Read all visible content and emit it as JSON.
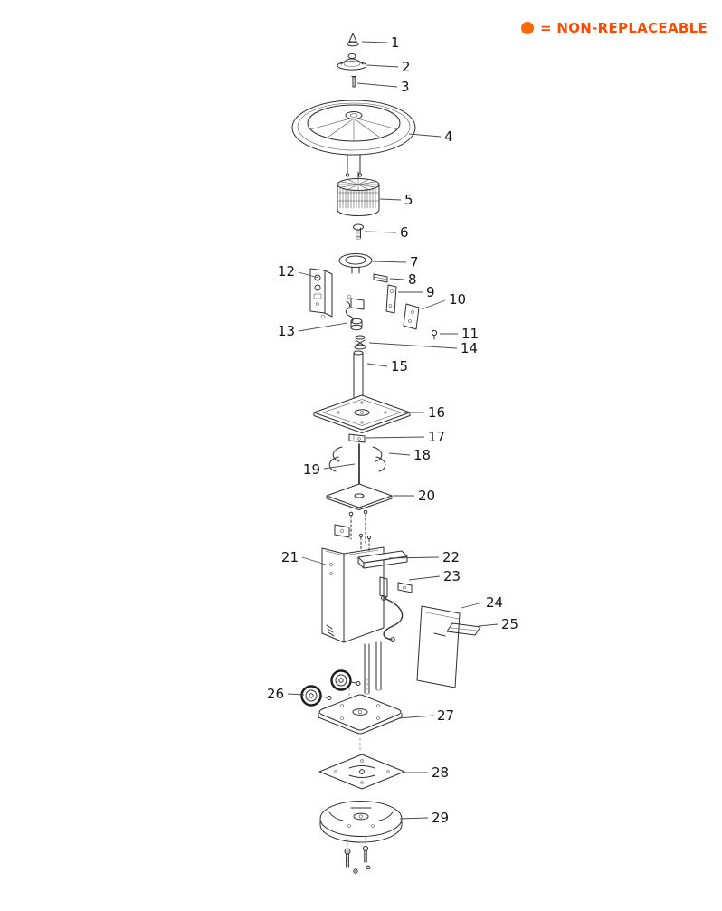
{
  "legend": {
    "text": "= NON-REPLACEABLE",
    "text_color": "#ff4b00",
    "dot_color": "#ff6a00"
  },
  "parts": [
    {
      "label": "1"
    },
    {
      "label": "2"
    },
    {
      "label": "3"
    },
    {
      "label": "4"
    },
    {
      "label": "5"
    },
    {
      "label": "6"
    },
    {
      "label": "7"
    },
    {
      "label": "8"
    },
    {
      "label": "9"
    },
    {
      "label": "10"
    },
    {
      "label": "11"
    },
    {
      "label": "12"
    },
    {
      "label": "13"
    },
    {
      "label": "14"
    },
    {
      "label": "15"
    },
    {
      "label": "16"
    },
    {
      "label": "17"
    },
    {
      "label": "18"
    },
    {
      "label": "19"
    },
    {
      "label": "20"
    },
    {
      "label": "21"
    },
    {
      "label": "22"
    },
    {
      "label": "23"
    },
    {
      "label": "24"
    },
    {
      "label": "25"
    },
    {
      "label": "26"
    },
    {
      "label": "27"
    },
    {
      "label": "28"
    },
    {
      "label": "29"
    }
  ]
}
